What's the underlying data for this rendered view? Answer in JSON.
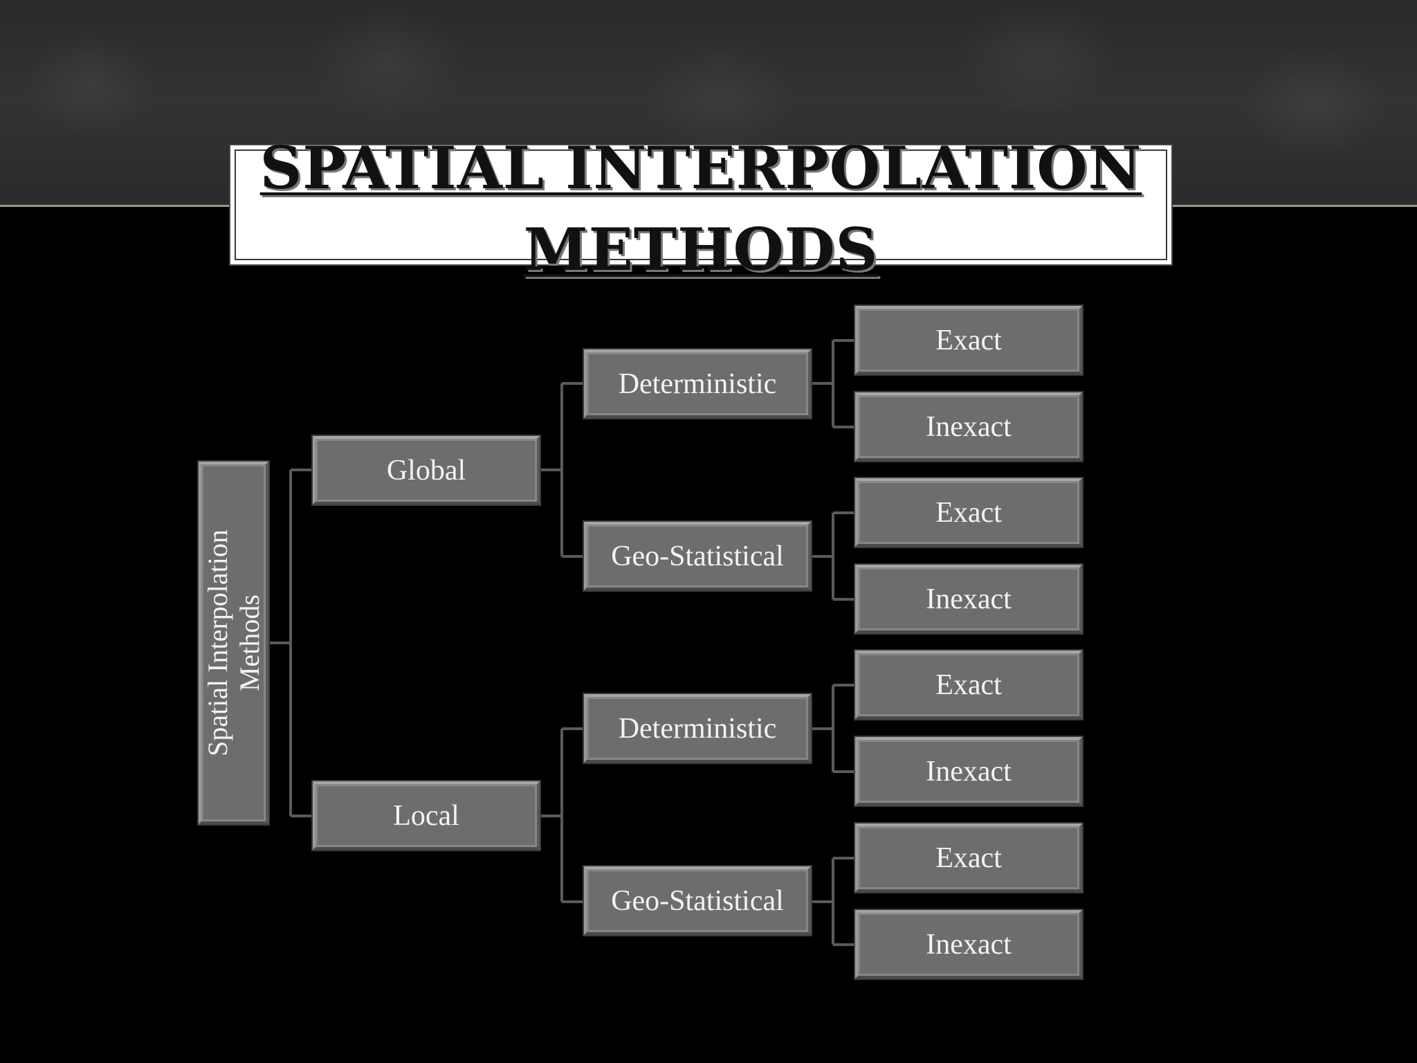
{
  "slide": {
    "title": "SPATIAL INTERPOLATION METHODS"
  },
  "diagram": {
    "root": {
      "line1": "Spatial Interpolation",
      "line2": "Methods"
    },
    "level1": [
      {
        "label": "Global",
        "children": [
          {
            "label": "Deterministic",
            "children": [
              "Exact",
              "Inexact"
            ]
          },
          {
            "label": "Geo-Statistical",
            "children": [
              "Exact",
              "Inexact"
            ]
          }
        ]
      },
      {
        "label": "Local",
        "children": [
          {
            "label": "Deterministic",
            "children": [
              "Exact",
              "Inexact"
            ]
          },
          {
            "label": "Geo-Statistical",
            "children": [
              "Exact",
              "Inexact"
            ]
          }
        ]
      }
    ]
  },
  "colors": {
    "node_fill": "#6e6d6e",
    "connector": "#5a5a5a",
    "background": "#000000"
  }
}
